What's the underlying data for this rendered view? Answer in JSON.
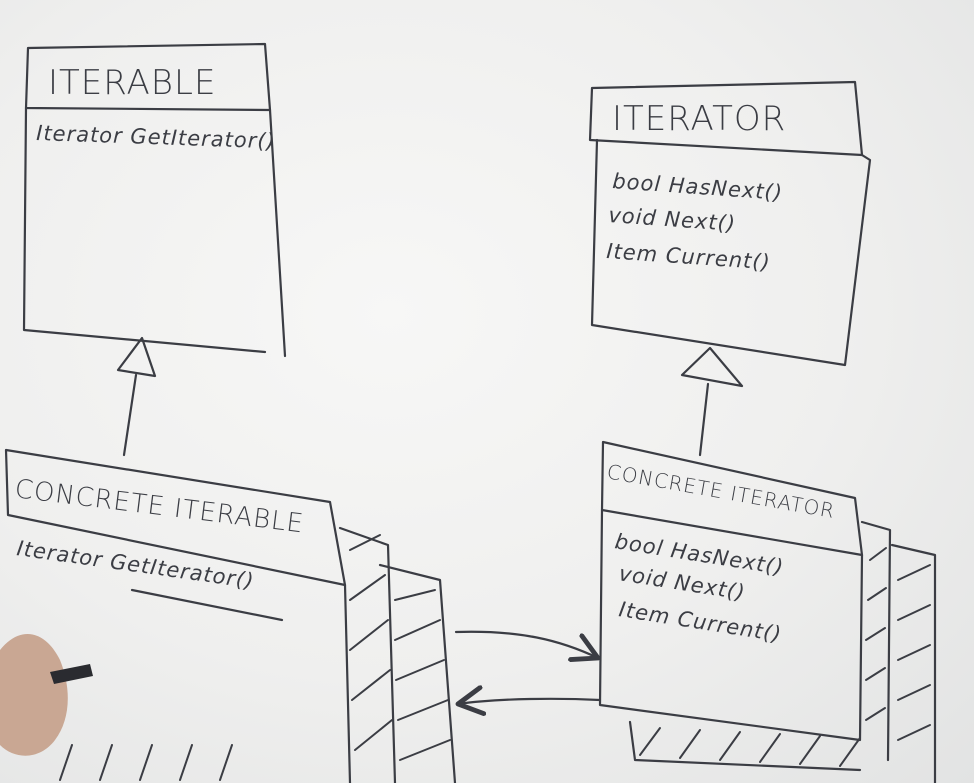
{
  "diagram": {
    "iterable": {
      "name": "ITERABLE",
      "methods": [
        "Iterator GetIterator()"
      ]
    },
    "iterator": {
      "name": "ITERATOR",
      "methods": [
        "bool HasNext()",
        "void Next()",
        "Item Current()"
      ]
    },
    "concrete_iterable": {
      "name": "CONCRETE ITERABLE",
      "methods": [
        "Iterator GetIterator()"
      ]
    },
    "concrete_iterator": {
      "name": "CONCRETE ITERATOR",
      "methods": [
        "bool HasNext()",
        "void Next()",
        "Item Current()"
      ]
    }
  }
}
